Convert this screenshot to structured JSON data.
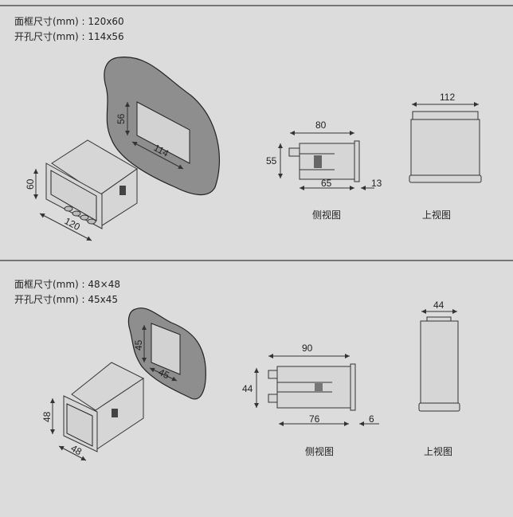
{
  "sections": [
    {
      "frame_size": "面框尺寸(mm) : 120x60",
      "cutout_size": "开孔尺寸(mm) : 114x56",
      "dims": {
        "cut_h": "56",
        "cut_w": "114",
        "front_h": "60",
        "front_w": "120",
        "side_total": "80",
        "side_h": "55",
        "side_body": "65",
        "side_front": "13",
        "top_w": "112"
      },
      "side_label": "侧视图",
      "top_label": "上视图"
    },
    {
      "frame_size": "面框尺寸(mm) : 48×48",
      "cutout_size": "开孔尺寸(mm) : 45x45",
      "dims": {
        "cut_h": "45",
        "cut_w": "45",
        "front_h": "48",
        "front_w": "48",
        "side_total": "90",
        "side_h": "44",
        "side_body": "76",
        "side_front": "6",
        "top_w": "44"
      },
      "side_label": "侧视图",
      "top_label": "上视图"
    }
  ]
}
